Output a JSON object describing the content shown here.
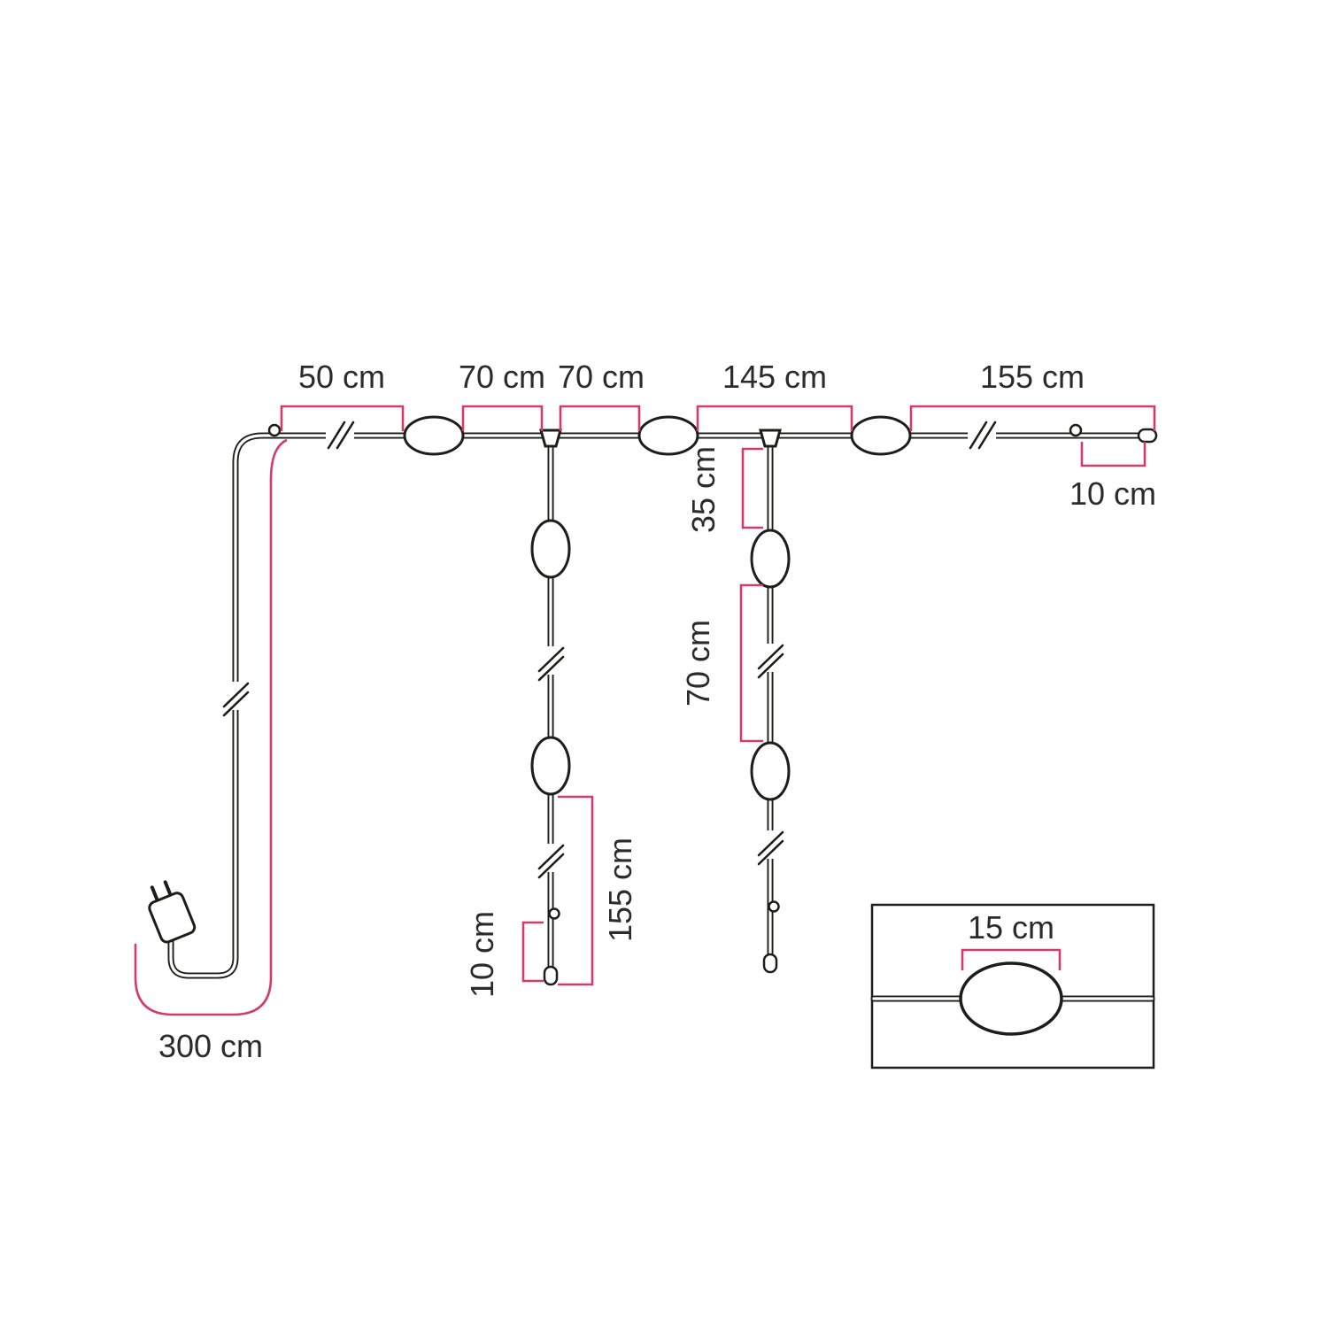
{
  "colors": {
    "accent": "#d43a6b",
    "line": "#1d1d1b",
    "text": "#2b2b2b"
  },
  "dimensions": {
    "top_50": "50 cm",
    "top_70_a": "70 cm",
    "top_70_b": "70 cm",
    "top_145": "145 cm",
    "top_155": "155 cm",
    "top_end_10": "10 cm",
    "feed_300": "300 cm",
    "drop1_155": "155 cm",
    "drop1_end_10": "10 cm",
    "drop2_35": "35 cm",
    "drop2_70": "70 cm",
    "detail_15": "15 cm"
  }
}
